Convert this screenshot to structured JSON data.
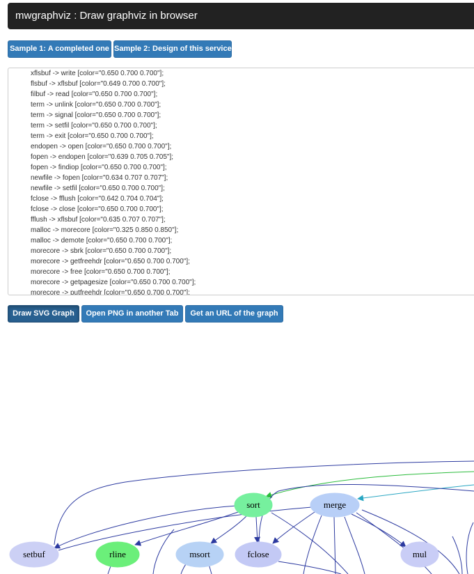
{
  "header": {
    "title": "mwgraphviz : Draw graphviz in browser"
  },
  "samples": {
    "sample1_label": "Sample 1: A completed one",
    "sample2_label": "Sample 2: Design of this service"
  },
  "editor": {
    "lines": [
      "xflsbuf -> write [color=\"0.650 0.700 0.700\"];",
      "flsbuf -> xflsbuf [color=\"0.649 0.700 0.700\"];",
      "filbuf -> read [color=\"0.650 0.700 0.700\"];",
      "term -> unlink [color=\"0.650 0.700 0.700\"];",
      "term -> signal [color=\"0.650 0.700 0.700\"];",
      "term -> setfil [color=\"0.650 0.700 0.700\"];",
      "term -> exit [color=\"0.650 0.700 0.700\"];",
      "endopen -> open [color=\"0.650 0.700 0.700\"];",
      "fopen -> endopen [color=\"0.639 0.705 0.705\"];",
      "fopen -> findiop [color=\"0.650 0.700 0.700\"];",
      "newfile -> fopen [color=\"0.634 0.707 0.707\"];",
      "newfile -> setfil [color=\"0.650 0.700 0.700\"];",
      "fclose -> fflush [color=\"0.642 0.704 0.704\"];",
      "fclose -> close [color=\"0.650 0.700 0.700\"];",
      "fflush -> xflsbuf [color=\"0.635 0.707 0.707\"];",
      "malloc -> morecore [color=\"0.325 0.850 0.850\"];",
      "malloc -> demote [color=\"0.650 0.700 0.700\"];",
      "morecore -> sbrk [color=\"0.650 0.700 0.700\"];",
      "morecore -> getfreehdr [color=\"0.650 0.700 0.700\"];",
      "morecore -> free [color=\"0.650 0.700 0.700\"];",
      "morecore -> getpagesize [color=\"0.650 0.700 0.700\"];",
      "morecore -> putfreehdr [color=\"0.650 0.700 0.700\"];"
    ]
  },
  "actions": {
    "draw_label": "Draw SVG Graph",
    "png_label": "Open PNG in another Tab",
    "url_label": "Get an URL of the graph"
  },
  "graph": {
    "nodes": [
      {
        "label": "sort",
        "fill": "#76f09e"
      },
      {
        "label": "merge",
        "fill": "#b8cff7"
      },
      {
        "label": "setbuf",
        "fill": "#ccd0f5"
      },
      {
        "label": "rline",
        "fill": "#6bef7a"
      },
      {
        "label": "msort",
        "fill": "#b7d2f5"
      },
      {
        "label": "fclose",
        "fill": "#c3c9f5"
      },
      {
        "label": "mul",
        "fill": "#c9cdf6"
      }
    ],
    "edge_colors": [
      "#2c3aa0",
      "#2abb3b",
      "#28a6c2"
    ]
  }
}
